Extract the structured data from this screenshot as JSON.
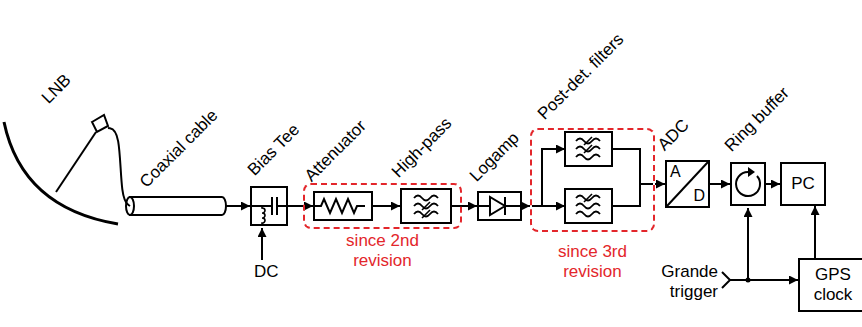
{
  "diagram": {
    "nodes": [
      {
        "text": [
          "LNB"
        ]
      },
      {
        "text": [
          "Coaxial cable"
        ]
      },
      {
        "text": [
          "Bias Tee"
        ]
      },
      {
        "text": [
          "since 2nd revision"
        ]
      },
      {
        "text": [
          "Attenuator"
        ],
        "in": 3
      },
      {
        "text": [
          "High-pass"
        ],
        "in": 3
      },
      {
        "text": [
          "Logamp"
        ]
      },
      {
        "text": [
          "Post-det. filters",
          "since 3rd revision"
        ]
      },
      {
        "text": [
          "ADC",
          "A",
          "D"
        ]
      },
      {
        "text": [
          "Ring buffer"
        ]
      },
      {
        "text": [
          "PC"
        ]
      },
      {
        "text": [
          "GPS clock"
        ]
      }
    ],
    "edges": [
      {
        "from": 0,
        "to": 1,
        "arrow": "none"
      },
      {
        "from": 1,
        "to": 2,
        "arrow": "to"
      },
      {
        "from": 2,
        "to": 4,
        "arrow": "to"
      },
      {
        "from": 4,
        "to": 5,
        "arrow": "to"
      },
      {
        "from": 5,
        "to": 6,
        "arrow": "to"
      },
      {
        "from": 6,
        "to": 7,
        "arrow": "to"
      },
      {
        "from": 7,
        "to": 8,
        "arrow": "to"
      },
      {
        "from": 8,
        "to": 9,
        "arrow": "to"
      },
      {
        "from": 9,
        "to": 10,
        "arrow": "to"
      },
      {
        "from": 11,
        "to": 10,
        "arrow": "to"
      }
    ],
    "labels": [
      "DC",
      "Grande trigger"
    ]
  }
}
